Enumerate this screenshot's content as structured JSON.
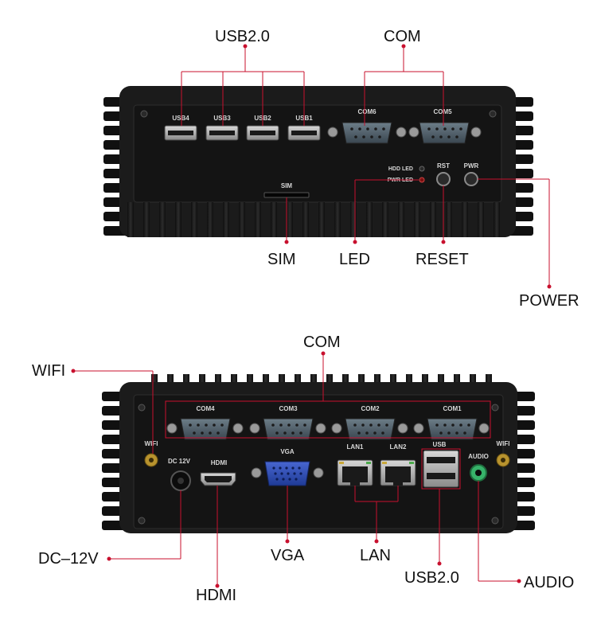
{
  "top_panel": {
    "callouts": {
      "usb": "USB2.0",
      "com": "COM",
      "sim": "SIM",
      "led": "LED",
      "reset": "RESET",
      "power": "POWER"
    },
    "port_labels": {
      "usb4": "USB4",
      "usb3": "USB3",
      "usb2": "USB2",
      "usb1": "USB1",
      "com6": "COM6",
      "com5": "COM5",
      "hdd_led": "HDD LED",
      "pwr_led": "PWR LED",
      "rst": "RST",
      "pwr": "PWR",
      "sim": "SIM"
    }
  },
  "bottom_panel": {
    "callouts": {
      "wifi": "WIFI",
      "com": "COM",
      "dc": "DC–12V",
      "hdmi": "HDMI",
      "vga": "VGA",
      "lan": "LAN",
      "usb": "USB2.0",
      "audio": "AUDIO"
    },
    "port_labels": {
      "com4": "COM4",
      "com3": "COM3",
      "com2": "COM2",
      "com1": "COM1",
      "wifi_left": "WIFI",
      "wifi_right": "WIFI",
      "dc12v": "DC 12V",
      "hdmi": "HDMI",
      "vga": "VGA",
      "lan1": "LAN1",
      "lan2": "LAN2",
      "usb": "USB",
      "audio": "AUDIO"
    }
  },
  "colors": {
    "leader_line": "#c8102e",
    "chassis": "#1b1b1b",
    "vga_port": "#2a47a8",
    "audio_jack": "#37b36a"
  }
}
